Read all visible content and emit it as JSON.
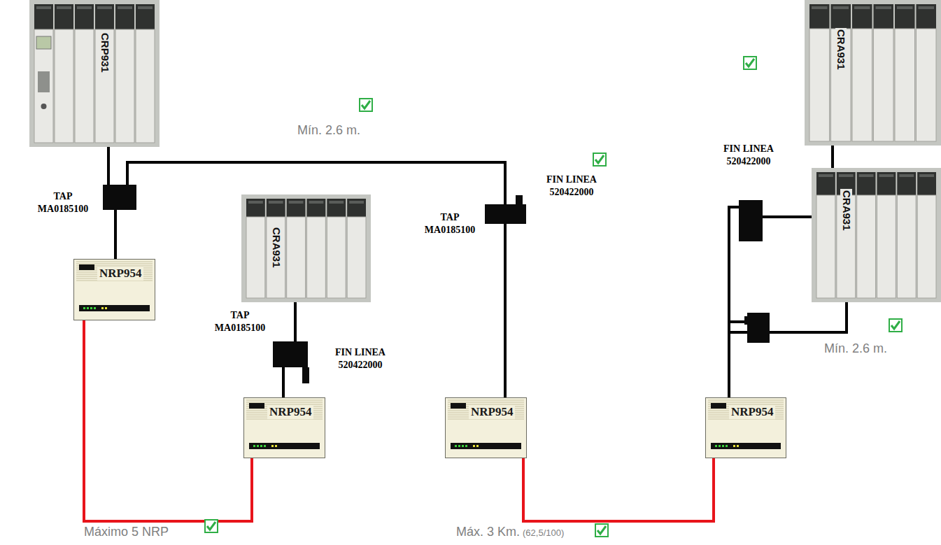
{
  "diagram": {
    "nodes": [
      {
        "text": [
          "CRP931"
        ]
      },
      {
        "text": [
          "TAP MA0185100"
        ]
      },
      {
        "text": [
          "NRP954"
        ]
      },
      {
        "text": [
          "CRA931"
        ]
      },
      {
        "text": [
          "TAP MA0185100"
        ]
      },
      {
        "text": [
          "FIN LINEA 520422000"
        ]
      },
      {
        "text": [
          "NRP954"
        ]
      },
      {
        "text": [
          "TAP MA0185100"
        ]
      },
      {
        "text": [
          "FIN LINEA 520422000"
        ]
      },
      {
        "text": [
          "NRP954"
        ]
      },
      {
        "text": [
          "NRP954"
        ]
      },
      {
        "text": [
          "CRA931"
        ]
      },
      {
        "text": [
          "FIN LINEA 520422000"
        ]
      },
      {
        "text": [
          "CRA931"
        ]
      }
    ],
    "edges": [
      {
        "from": 0,
        "to": 1,
        "arrow": "none"
      },
      {
        "from": 1,
        "to": 2,
        "arrow": "none"
      },
      {
        "from": 1,
        "to": 7,
        "arrow": "none"
      },
      {
        "from": 7,
        "to": 9,
        "arrow": "none"
      },
      {
        "from": 3,
        "to": 4,
        "arrow": "none"
      },
      {
        "from": 4,
        "to": 6,
        "arrow": "none"
      },
      {
        "from": 2,
        "to": 6,
        "arrow": "none"
      },
      {
        "from": 9,
        "to": 10,
        "arrow": "none"
      },
      {
        "from": 10,
        "to": 12,
        "arrow": "none"
      },
      {
        "from": 10,
        "to": 13,
        "arrow": "none"
      },
      {
        "from": 12,
        "to": 11,
        "arrow": "none"
      }
    ],
    "labels": [
      "Mín. 2.6 m.",
      "Mín. 2.6 m.",
      "Máximo 5 NRP",
      "Máx. 3 Km.",
      "(62,5/100)"
    ]
  }
}
